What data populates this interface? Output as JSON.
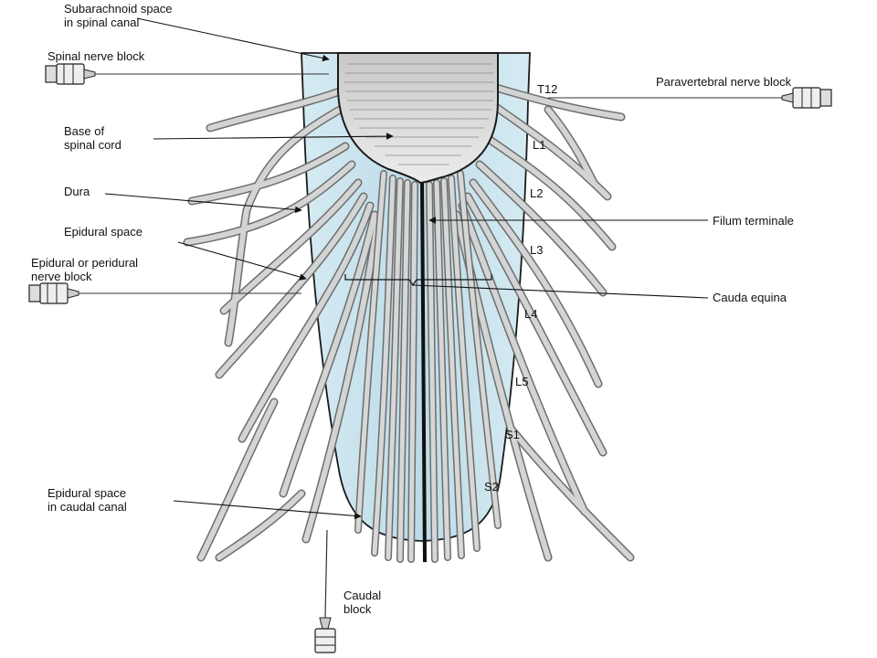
{
  "labels": {
    "subarachnoid_1": "Subarachnoid space",
    "subarachnoid_2": "in spinal canal",
    "spinal_nerve_block": "Spinal nerve block",
    "base_cord_1": "Base of",
    "base_cord_2": "spinal cord",
    "dura": "Dura",
    "epidural_space": "Epidural space",
    "epidural_block_1": "Epidural or peridural",
    "epidural_block_2": "nerve block",
    "caudal_space_1": "Epidural space",
    "caudal_space_2": "in caudal canal",
    "caudal_block_1": "Caudal",
    "caudal_block_2": "block",
    "paravertebral_block": "Paravertebral nerve block",
    "filum_terminale": "Filum terminale",
    "cauda_equina": "Cauda equina"
  },
  "levels": {
    "t12": "T12",
    "l1": "L1",
    "l2": "L2",
    "l3": "L3",
    "l4": "L4",
    "l5": "L5",
    "s1": "S1",
    "s2": "S2"
  },
  "colors": {
    "canal_fill": "#c9e3ee",
    "nerve_fill": "#cfd0d0",
    "nerve_edge": "#6e6e6e",
    "cord_fill": "#d8d8d8"
  }
}
